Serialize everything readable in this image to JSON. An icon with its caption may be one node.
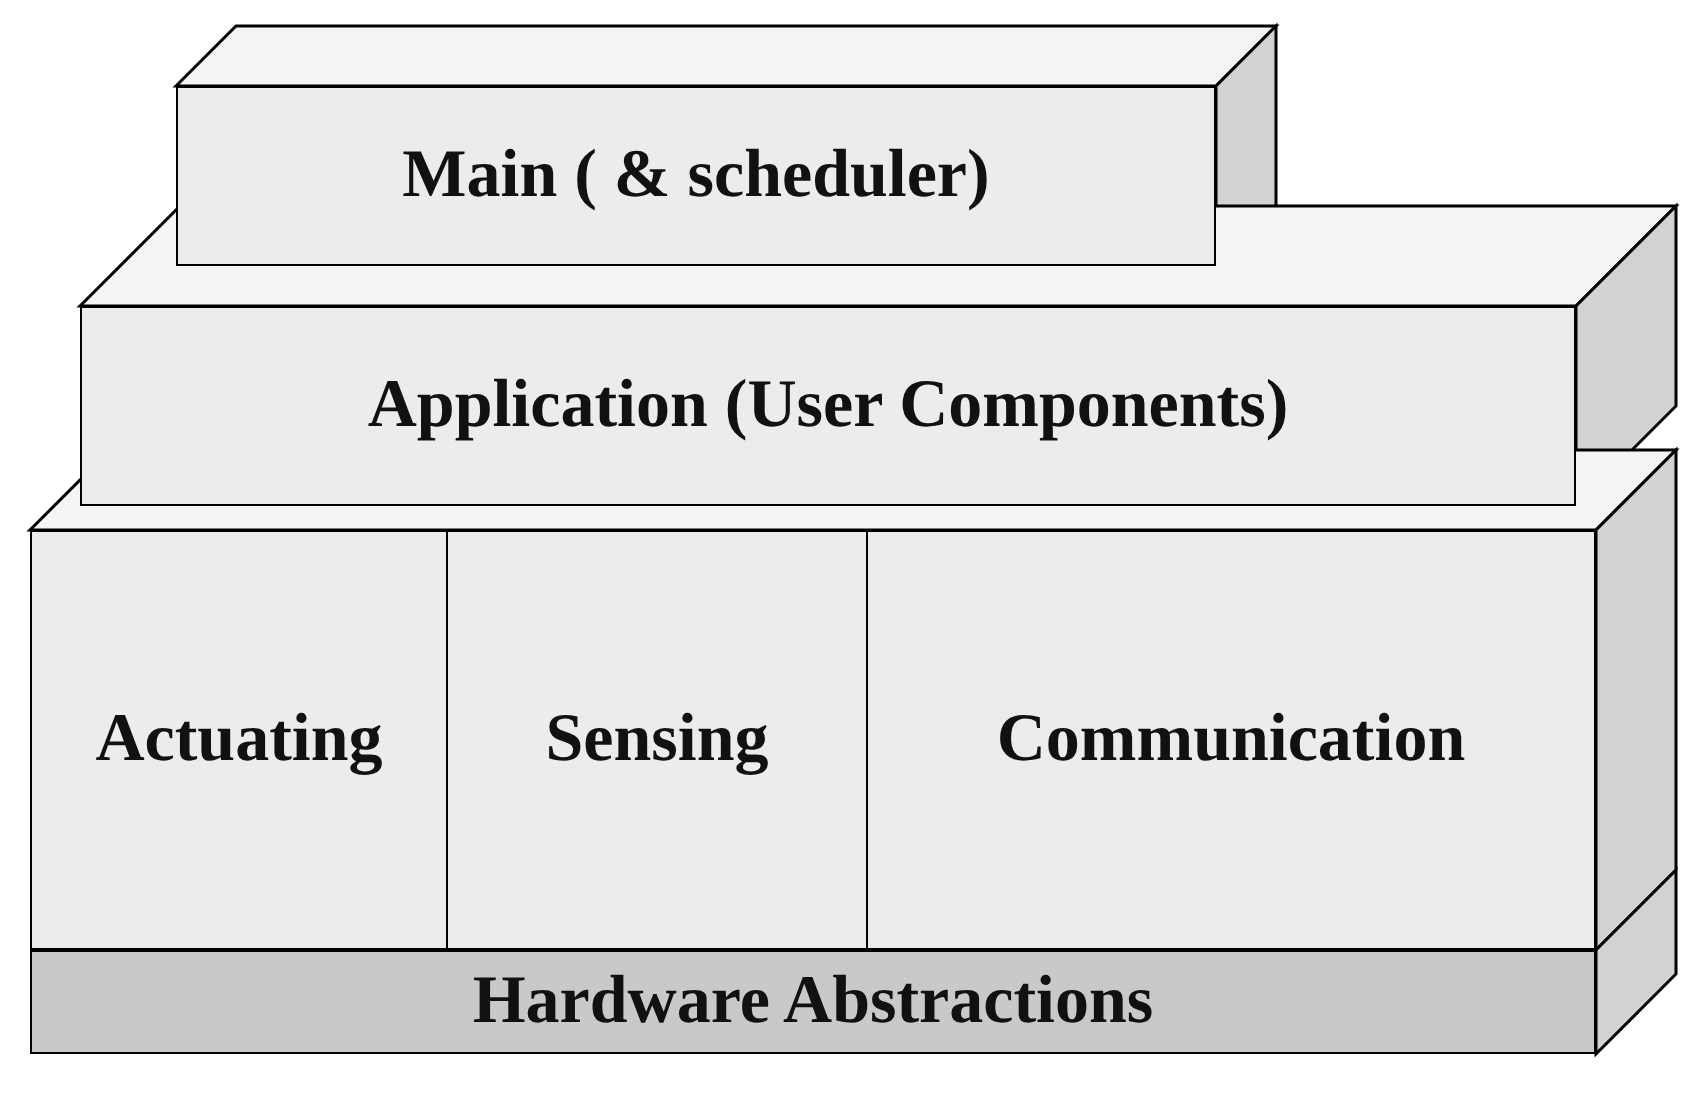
{
  "diagram": {
    "nodes": [
      {
        "text": [
          "Main ( & scheduler)"
        ]
      },
      {
        "text": [
          "Application (User Components)"
        ]
      },
      {
        "text": [
          "Actuating"
        ]
      },
      {
        "text": [
          "Sensing"
        ]
      },
      {
        "text": [
          "Communication"
        ]
      },
      {
        "text": [
          "Hardware Abstractions"
        ]
      }
    ]
  }
}
